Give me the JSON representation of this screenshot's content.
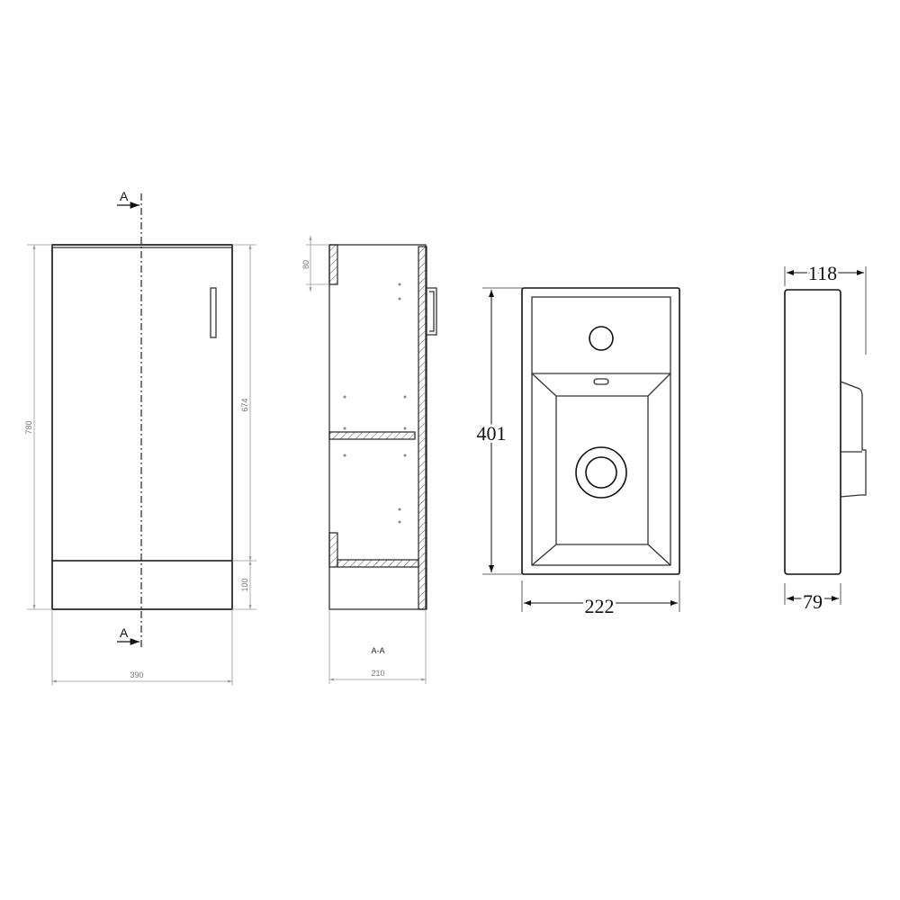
{
  "front_view": {
    "section_mark_top": "A",
    "section_mark_bottom": "A",
    "dim_height": "780",
    "dim_door": "674",
    "dim_plinth": "100",
    "dim_width": "390"
  },
  "section_view": {
    "label": "A-A",
    "dim_top": "80",
    "dim_depth": "210"
  },
  "basin_top_view": {
    "dim_length": "401",
    "dim_width": "222"
  },
  "basin_side_view": {
    "dim_depth": "118",
    "dim_body": "79"
  }
}
